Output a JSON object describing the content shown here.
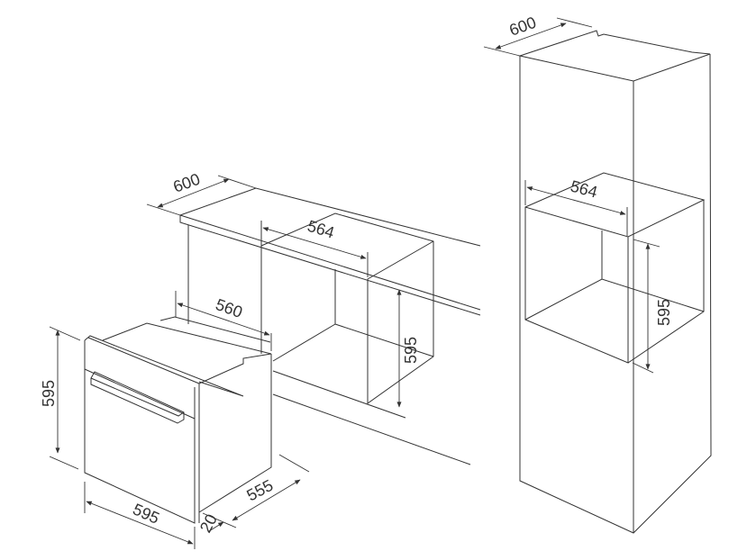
{
  "line_color": "#333333",
  "oven": {
    "height_label": "595",
    "width_label": "595",
    "depth_label": "555",
    "door_label": "20",
    "body_depth_label": "560"
  },
  "under_counter_niche": {
    "counter_depth_label": "600",
    "niche_width_label": "564",
    "niche_height_label": "595"
  },
  "tall_cabinet_niche": {
    "cabinet_depth_label": "600",
    "niche_width_label": "564",
    "niche_height_label": "595"
  }
}
